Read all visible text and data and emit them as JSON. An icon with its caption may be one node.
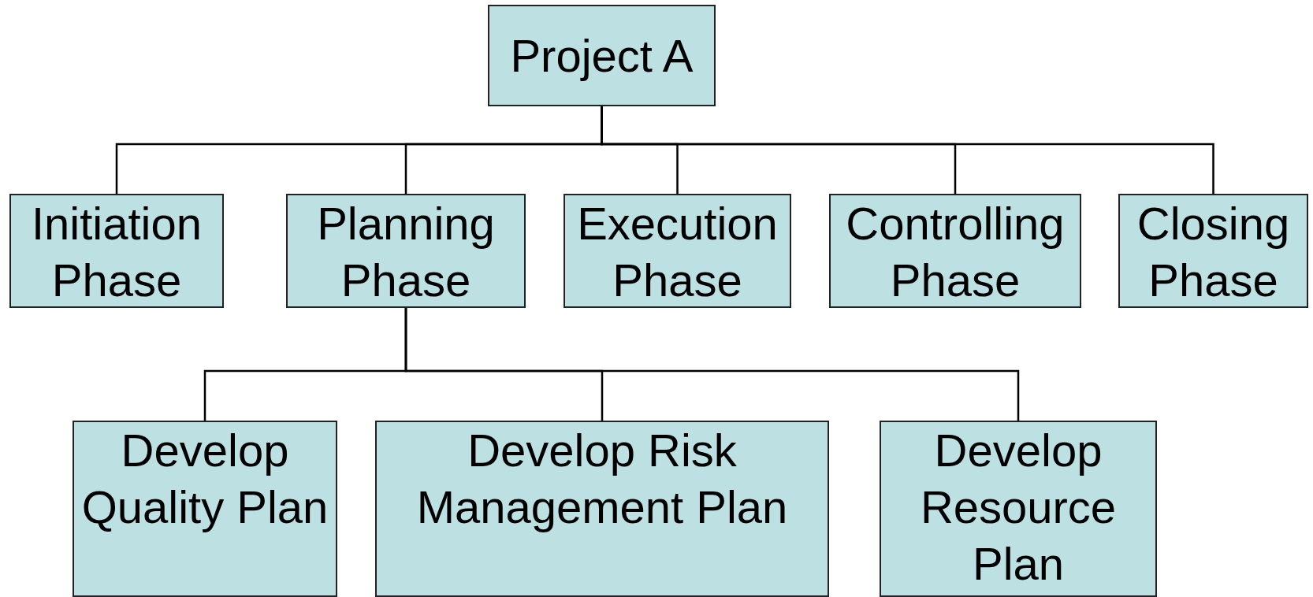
{
  "diagram": {
    "nodes": [
      {
        "text": [
          "Project A"
        ]
      },
      {
        "text": [
          "Initiation Phase"
        ]
      },
      {
        "text": [
          "Planning Phase"
        ]
      },
      {
        "text": [
          "Execution Phase"
        ]
      },
      {
        "text": [
          "Controlling Phase"
        ]
      },
      {
        "text": [
          "Closing Phase"
        ]
      },
      {
        "text": [
          "Develop Quality Plan"
        ]
      },
      {
        "text": [
          "Develop Risk Management Plan"
        ]
      },
      {
        "text": [
          "Develop Resource Plan"
        ]
      }
    ],
    "edges": [
      {
        "from": 0,
        "to": 1,
        "arrow": "none"
      },
      {
        "from": 0,
        "to": 2,
        "arrow": "none"
      },
      {
        "from": 0,
        "to": 3,
        "arrow": "none"
      },
      {
        "from": 0,
        "to": 4,
        "arrow": "none"
      },
      {
        "from": 0,
        "to": 5,
        "arrow": "none"
      },
      {
        "from": 2,
        "to": 6,
        "arrow": "none"
      },
      {
        "from": 2,
        "to": 7,
        "arrow": "none"
      },
      {
        "from": 2,
        "to": 8,
        "arrow": "none"
      }
    ]
  }
}
